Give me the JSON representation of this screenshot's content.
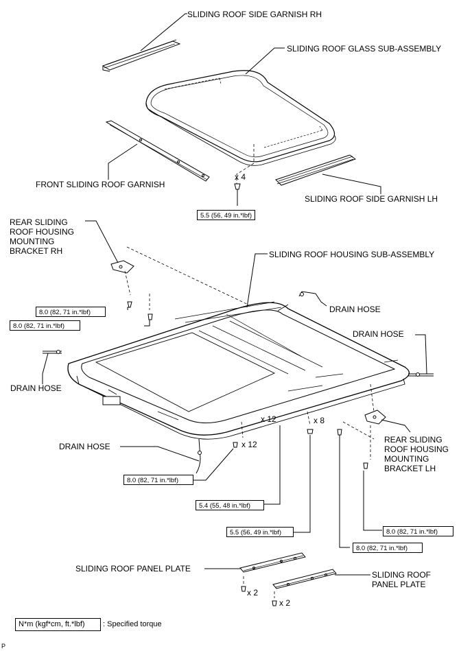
{
  "labels": {
    "garnish_rh": "SLIDING ROOF SIDE GARNISH RH",
    "glass_sub_assembly": "SLIDING ROOF GLASS SUB-ASSEMBLY",
    "front_garnish": "FRONT SLIDING ROOF GARNISH",
    "garnish_lh": "SLIDING ROOF SIDE GARNISH LH",
    "rear_bracket_rh": "REAR SLIDING ROOF HOUSING MOUNTING BRACKET RH",
    "housing_sub_assembly": "SLIDING ROOF HOUSING SUB-ASSEMBLY",
    "drain_hose_upper_right": "DRAIN HOSE",
    "drain_hose_right": "DRAIN HOSE",
    "drain_hose_left": "DRAIN HOSE",
    "drain_hose_bottom": "DRAIN HOSE",
    "rear_bracket_lh": "REAR SLIDING ROOF HOUSING MOUNTING BRACKET LH",
    "panel_plate_left": "SLIDING ROOF PANEL PLATE",
    "panel_plate_right": "SLIDING ROOF PANEL PLATE"
  },
  "quantities": {
    "glass_bolts": "x 4",
    "housing_bolts_a": "x 12",
    "housing_bolts_b": "x 12",
    "housing_nuts": "x 8",
    "plate_bolts_left": "x 2",
    "plate_bolts_right": "x 2"
  },
  "torques": {
    "glass": "5.5 (56, 49 in.*lbf)",
    "bracket_rh_upper": "8.0 (82, 71 in.*lbf)",
    "bracket_rh_lower": "8.0 (82, 71 in.*lbf)",
    "drain_hose_bottom": "8.0 (82, 71 in.*lbf)",
    "housing_center": "5.4 (55, 48 in.*lbf)",
    "housing_nuts": "5.5 (56, 49 in.*lbf)",
    "bracket_lh_right": "8.0 (82, 71 in.*lbf)",
    "bracket_lh_center": "8.0 (82, 71 in.*lbf)"
  },
  "legend": {
    "units": "N*m (kgf*cm, ft.*lbf)",
    "meaning": ": Specified torque"
  },
  "corner_mark": "P"
}
